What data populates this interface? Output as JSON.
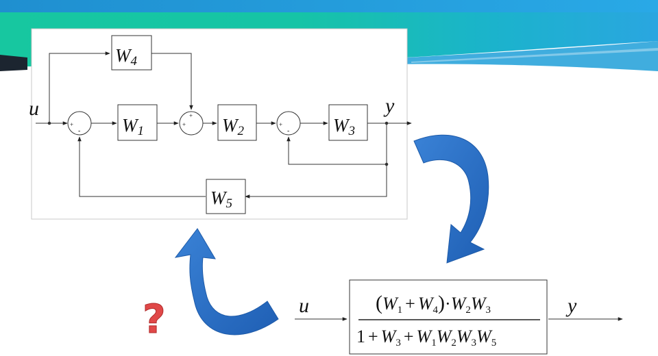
{
  "diagram": {
    "signals": {
      "input": "u",
      "output": "y"
    },
    "blocks": {
      "w1": {
        "base": "W",
        "sub": "1"
      },
      "w2": {
        "base": "W",
        "sub": "2"
      },
      "w3": {
        "base": "W",
        "sub": "3"
      },
      "w4": {
        "base": "W",
        "sub": "4"
      },
      "w5": {
        "base": "W",
        "sub": "5"
      }
    },
    "sum_signs": {
      "plus": "+",
      "minus": "-"
    }
  },
  "result": {
    "input": "u",
    "output": "y",
    "numerator": {
      "open": "(",
      "t1": "W",
      "s1": "1",
      "plus": "+",
      "t2": "W",
      "s2": "4",
      "close": ")",
      "dot": "·",
      "t3": "W",
      "s3": "2",
      "t4": "W",
      "s4": "3"
    },
    "denominator": {
      "one": "1",
      "plus1": "+",
      "t1": "W",
      "s1": "3",
      "plus2": "+",
      "t2": "W",
      "s2": "1",
      "t3": "W",
      "s3": "2",
      "t4": "W",
      "s4": "3",
      "t5": "W",
      "s5": "5"
    }
  },
  "question_mark": "?",
  "colors": {
    "banner_top": "#1aa8d6",
    "banner_green": "#19c99b",
    "arrow_blue": "#2d6fc4",
    "question_red": "#e04848",
    "line": "#333333"
  }
}
